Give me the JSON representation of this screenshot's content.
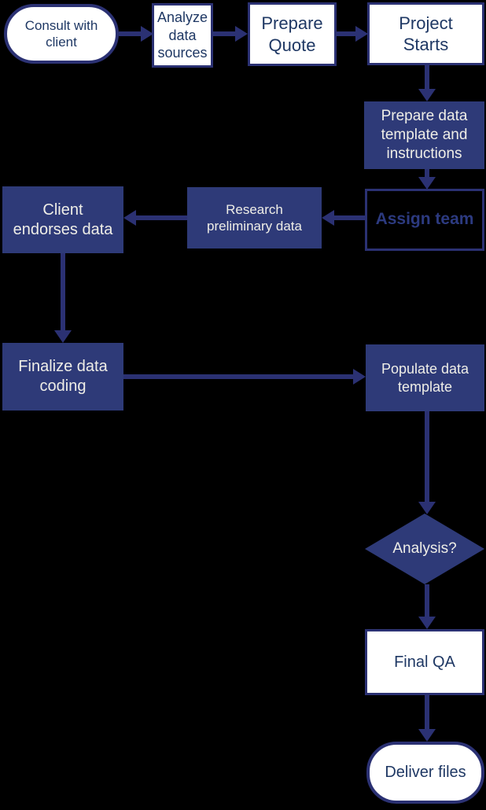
{
  "diagram": {
    "title": "Project workflow flowchart",
    "colors": {
      "background": "#000000",
      "node_fill": "#2e3a78",
      "node_border": "#2b3173",
      "arrow": "#2b3173",
      "text_on_fill": "#efeee7",
      "text_on_light": "#1f3864",
      "assign_text": "#2c3a80"
    },
    "nodes": [
      {
        "id": "consult",
        "shape": "terminator",
        "style": "light",
        "label": "Consult with\nclient"
      },
      {
        "id": "analyze",
        "shape": "process",
        "style": "light",
        "label": "Analyze\ndata\nsources"
      },
      {
        "id": "quote",
        "shape": "process",
        "style": "light",
        "label": "Prepare\nQuote"
      },
      {
        "id": "start",
        "shape": "process",
        "style": "light",
        "label": "Project\nStarts"
      },
      {
        "id": "template",
        "shape": "process",
        "style": "filled",
        "label": "Prepare data\ntemplate and\ninstructions"
      },
      {
        "id": "assign",
        "shape": "process",
        "style": "outline",
        "label": "Assign team"
      },
      {
        "id": "research",
        "shape": "process",
        "style": "filled",
        "label": "Research\npreliminary data"
      },
      {
        "id": "endorse",
        "shape": "process",
        "style": "filled",
        "label": "Client\nendorses data"
      },
      {
        "id": "finalize",
        "shape": "process",
        "style": "filled",
        "label": "Finalize data\ncoding"
      },
      {
        "id": "populate",
        "shape": "process",
        "style": "filled",
        "label": "Populate data\ntemplate"
      },
      {
        "id": "analysis",
        "shape": "decision",
        "style": "filled",
        "label": "Analysis?"
      },
      {
        "id": "qa",
        "shape": "process",
        "style": "light",
        "label": "Final QA"
      },
      {
        "id": "deliver",
        "shape": "terminator",
        "style": "light",
        "label": "Deliver files"
      }
    ],
    "edges": [
      {
        "from": "Consult with client",
        "to": "Analyze data sources",
        "direction": "right"
      },
      {
        "from": "Analyze data sources",
        "to": "Prepare Quote",
        "direction": "right"
      },
      {
        "from": "Prepare Quote",
        "to": "Project Starts",
        "direction": "right"
      },
      {
        "from": "Project Starts",
        "to": "Prepare data template and instructions",
        "direction": "down"
      },
      {
        "from": "Prepare data template and instructions",
        "to": "Assign team",
        "direction": "down"
      },
      {
        "from": "Assign team",
        "to": "Research preliminary data",
        "direction": "left"
      },
      {
        "from": "Research preliminary data",
        "to": "Client endorses data",
        "direction": "left"
      },
      {
        "from": "Client endorses data",
        "to": "Finalize data coding",
        "direction": "down"
      },
      {
        "from": "Finalize data coding",
        "to": "Populate data template",
        "direction": "right"
      },
      {
        "from": "Populate data template",
        "to": "Analysis?",
        "direction": "down"
      },
      {
        "from": "Analysis?",
        "to": "Final QA",
        "direction": "down"
      },
      {
        "from": "Final QA",
        "to": "Deliver files",
        "direction": "down"
      }
    ]
  }
}
